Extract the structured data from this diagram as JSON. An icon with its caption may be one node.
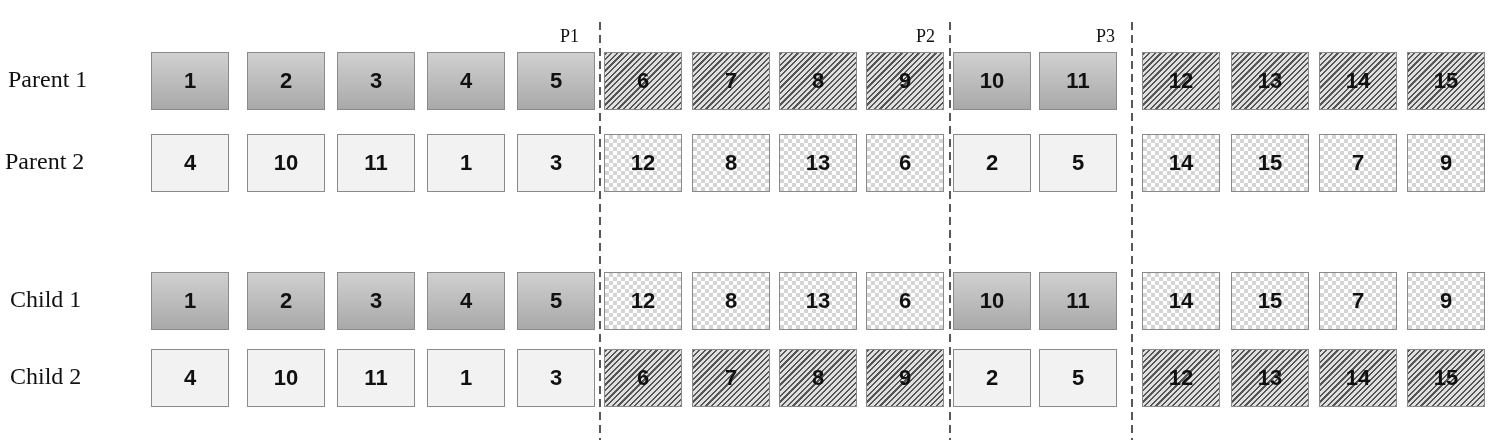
{
  "diagram": {
    "nodes": [
      {
        "text": [
          "1"
        ]
      },
      {
        "text": [
          "2"
        ]
      },
      {
        "text": [
          "3"
        ]
      },
      {
        "text": [
          "4"
        ]
      },
      {
        "text": [
          "5"
        ]
      },
      {
        "text": [
          "6"
        ]
      },
      {
        "text": [
          "7"
        ]
      },
      {
        "text": [
          "8"
        ]
      },
      {
        "text": [
          "9"
        ]
      },
      {
        "text": [
          "10"
        ]
      },
      {
        "text": [
          "11"
        ]
      },
      {
        "text": [
          "12"
        ]
      },
      {
        "text": [
          "13"
        ]
      },
      {
        "text": [
          "14"
        ]
      },
      {
        "text": [
          "15"
        ]
      },
      {
        "text": [
          "4"
        ]
      },
      {
        "text": [
          "10"
        ]
      },
      {
        "text": [
          "11"
        ]
      },
      {
        "text": [
          "1"
        ]
      },
      {
        "text": [
          "3"
        ]
      },
      {
        "text": [
          "12"
        ]
      },
      {
        "text": [
          "8"
        ]
      },
      {
        "text": [
          "13"
        ]
      },
      {
        "text": [
          "6"
        ]
      },
      {
        "text": [
          "2"
        ]
      },
      {
        "text": [
          "5"
        ]
      },
      {
        "text": [
          "14"
        ]
      },
      {
        "text": [
          "15"
        ]
      },
      {
        "text": [
          "7"
        ]
      },
      {
        "text": [
          "9"
        ]
      },
      {
        "text": [
          "1"
        ]
      },
      {
        "text": [
          "2"
        ]
      },
      {
        "text": [
          "3"
        ]
      },
      {
        "text": [
          "4"
        ]
      },
      {
        "text": [
          "5"
        ]
      },
      {
        "text": [
          "12"
        ]
      },
      {
        "text": [
          "8"
        ]
      },
      {
        "text": [
          "13"
        ]
      },
      {
        "text": [
          "6"
        ]
      },
      {
        "text": [
          "10"
        ]
      },
      {
        "text": [
          "11"
        ]
      },
      {
        "text": [
          "14"
        ]
      },
      {
        "text": [
          "15"
        ]
      },
      {
        "text": [
          "7"
        ]
      },
      {
        "text": [
          "9"
        ]
      },
      {
        "text": [
          "4"
        ]
      },
      {
        "text": [
          "10"
        ]
      },
      {
        "text": [
          "11"
        ]
      },
      {
        "text": [
          "1"
        ]
      },
      {
        "text": [
          "3"
        ]
      },
      {
        "text": [
          "6"
        ]
      },
      {
        "text": [
          "7"
        ]
      },
      {
        "text": [
          "8"
        ]
      },
      {
        "text": [
          "9"
        ]
      },
      {
        "text": [
          "2"
        ]
      },
      {
        "text": [
          "5"
        ]
      },
      {
        "text": [
          "12"
        ]
      },
      {
        "text": [
          "13"
        ]
      },
      {
        "text": [
          "14"
        ]
      },
      {
        "text": [
          "15"
        ]
      }
    ],
    "edges": [],
    "labels": [
      "P1",
      "P2",
      "P3",
      "Parent 1",
      "Parent 2",
      "Child 1",
      "Child 2"
    ]
  }
}
